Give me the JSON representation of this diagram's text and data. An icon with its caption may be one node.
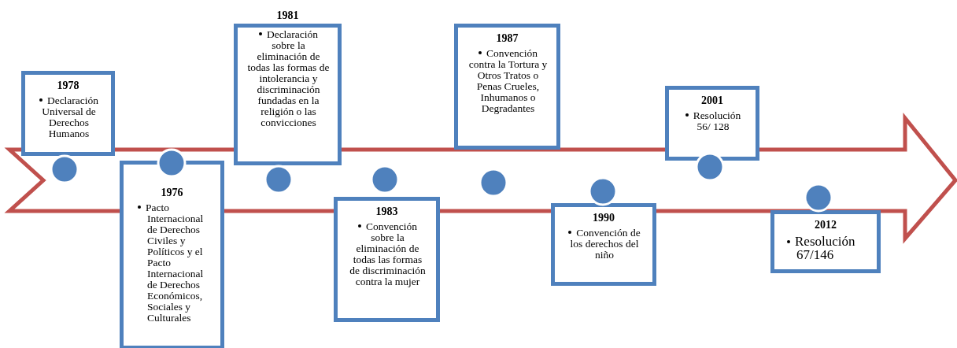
{
  "diagram": {
    "nodes": [
      {
        "text": [
          "1978",
          "Declaración Universal de Derechos Humanos"
        ]
      },
      {
        "text": [
          "1976",
          "Pacto Internacional de Derechos Civiles y Políticos y el Pacto Internacional de Derechos Económicos, Sociales y Culturales"
        ]
      },
      {
        "text": [
          "1981",
          "Declaración sobre la eliminación de todas las formas de intolerancia y discriminación fundadas en la religión o las convicciones"
        ]
      },
      {
        "text": [
          "1983",
          "Convención sobre la eliminación de todas las formas de discriminación contra la mujer"
        ]
      },
      {
        "text": [
          "1987",
          "Convención contra la Tortura y Otros Tratos o Penas Crueles, Inhumanos o Degradantes"
        ]
      },
      {
        "text": [
          "1990",
          "Convención de los derechos del niño"
        ]
      },
      {
        "text": [
          "2001",
          "Resolución 56/ 128"
        ]
      },
      {
        "text": [
          "2012",
          "Resolución 67/146"
        ]
      }
    ]
  }
}
